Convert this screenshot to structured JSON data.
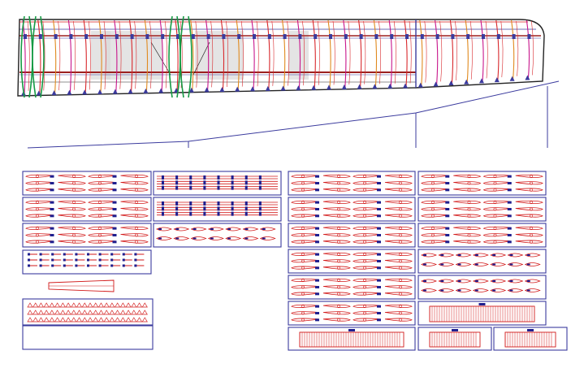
{
  "drawing": {
    "background": "#ffffff",
    "colors": {
      "frame": "#3b3b9e",
      "part": "#d21a1a",
      "rib": "#d8282c",
      "rib_alt": "#e08a1f",
      "rib_pink": "#c8168c",
      "spar": "#9b2020",
      "servo_rib": "#159a44",
      "sheeting": "#d9d9d9",
      "outline": "#222222",
      "label": "#1f1f8f"
    }
  },
  "wing_plan": {
    "rib_count": 34
  },
  "sheets": {
    "left": [
      {
        "id": "L1",
        "kind": "ribs"
      },
      {
        "id": "L2",
        "kind": "spars"
      },
      {
        "id": "L3",
        "kind": "ribs"
      },
      {
        "id": "L4",
        "kind": "spars"
      },
      {
        "id": "L5",
        "kind": "ribs"
      },
      {
        "id": "L6",
        "kind": "small"
      },
      {
        "id": "L7",
        "kind": "strip"
      },
      {
        "id": "L8",
        "kind": "template"
      },
      {
        "id": "L9",
        "kind": "gussets"
      }
    ],
    "right": [
      {
        "id": "R1",
        "kind": "ribs"
      },
      {
        "id": "R2",
        "kind": "ribs"
      },
      {
        "id": "R3",
        "kind": "ribs"
      },
      {
        "id": "R4",
        "kind": "ribs"
      },
      {
        "id": "R5",
        "kind": "ribs"
      },
      {
        "id": "R6",
        "kind": "ribs"
      },
      {
        "id": "R7",
        "kind": "ribs"
      },
      {
        "id": "R8",
        "kind": "small"
      },
      {
        "id": "R9",
        "kind": "ribs"
      },
      {
        "id": "R10",
        "kind": "small"
      },
      {
        "id": "R11",
        "kind": "ribs"
      },
      {
        "id": "R12",
        "kind": "sheet"
      },
      {
        "id": "R13",
        "kind": "sheet"
      },
      {
        "id": "R14",
        "kind": "sheet"
      },
      {
        "id": "R15",
        "kind": "sheet"
      }
    ]
  }
}
